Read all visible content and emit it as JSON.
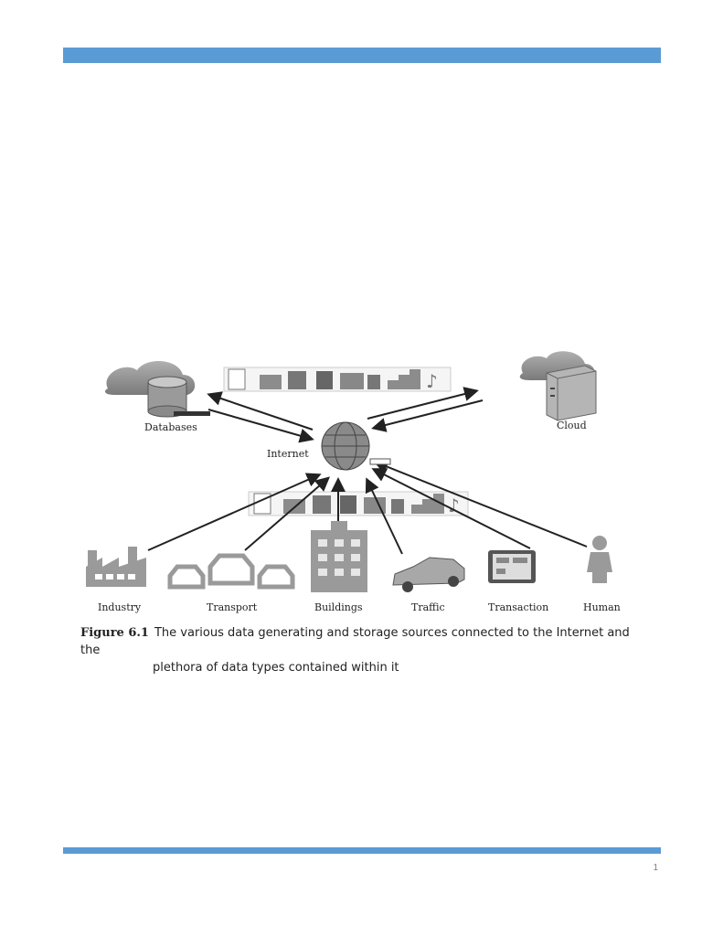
{
  "figure": {
    "labels": {
      "databases": "Databases",
      "cloud": "Cloud",
      "internet": "Internet",
      "industry": "Industry",
      "transport": "Transport",
      "buildings": "Buildings",
      "traffic": "Traffic",
      "transaction": "Transaction",
      "human": "Human"
    },
    "caption": {
      "number": "Figure 6.1",
      "line1": "The various data generating and storage sources connected to the Internet and the",
      "line2": "plethora of data types contained within it"
    }
  },
  "footer": {
    "page_number": "1"
  },
  "colors": {
    "accent_bar": "#5b9bd5",
    "icon_gray": "#8c8c8c"
  }
}
